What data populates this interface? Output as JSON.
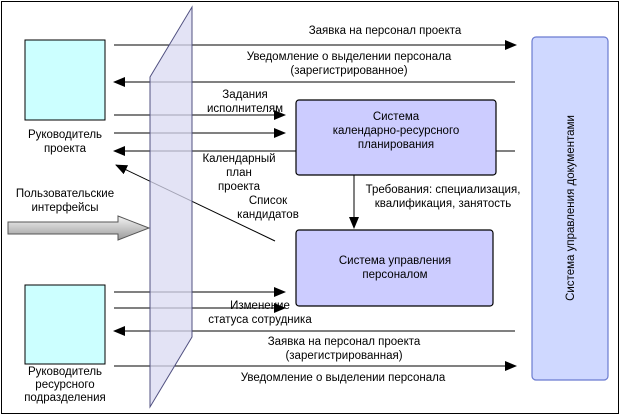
{
  "left_actors": {
    "project_manager": "Руководитель\nпроекта",
    "resource_manager": "Руководитель\nресурсного\nподразделения"
  },
  "user_interfaces_label": "Пользовательские\nинтерфейсы",
  "systems": {
    "calendar": "Система\nкалендарно-ресурсного\nпланирования",
    "personnel": "Система управления\nперсоналом",
    "documents": "Система управления документами"
  },
  "flows": {
    "request_project": "Заявка на персонал проекта",
    "notification_registered": "Уведомление о выделении персонала\n(зарегистрированное)",
    "tasks": "Задания\nисполнителям",
    "calendar_plan": "Календарный\nплан\nпроекта",
    "candidates": "Список\nкандидатов",
    "requirements": "Требования: специализация,\nквалификация, занятость",
    "status_change": "Изменение\nстатуса сотрудника",
    "request_registered": "Заявка на персонал проекта\n(зарегистрированная)",
    "notification": "Уведомление о выделении персонала"
  },
  "colors": {
    "actor_fill": "#ccffff",
    "system_fill": "#ccccff",
    "docs_fill": "#cfd8ff",
    "panel_fill": "#d9d9f2",
    "border": "#000000"
  }
}
